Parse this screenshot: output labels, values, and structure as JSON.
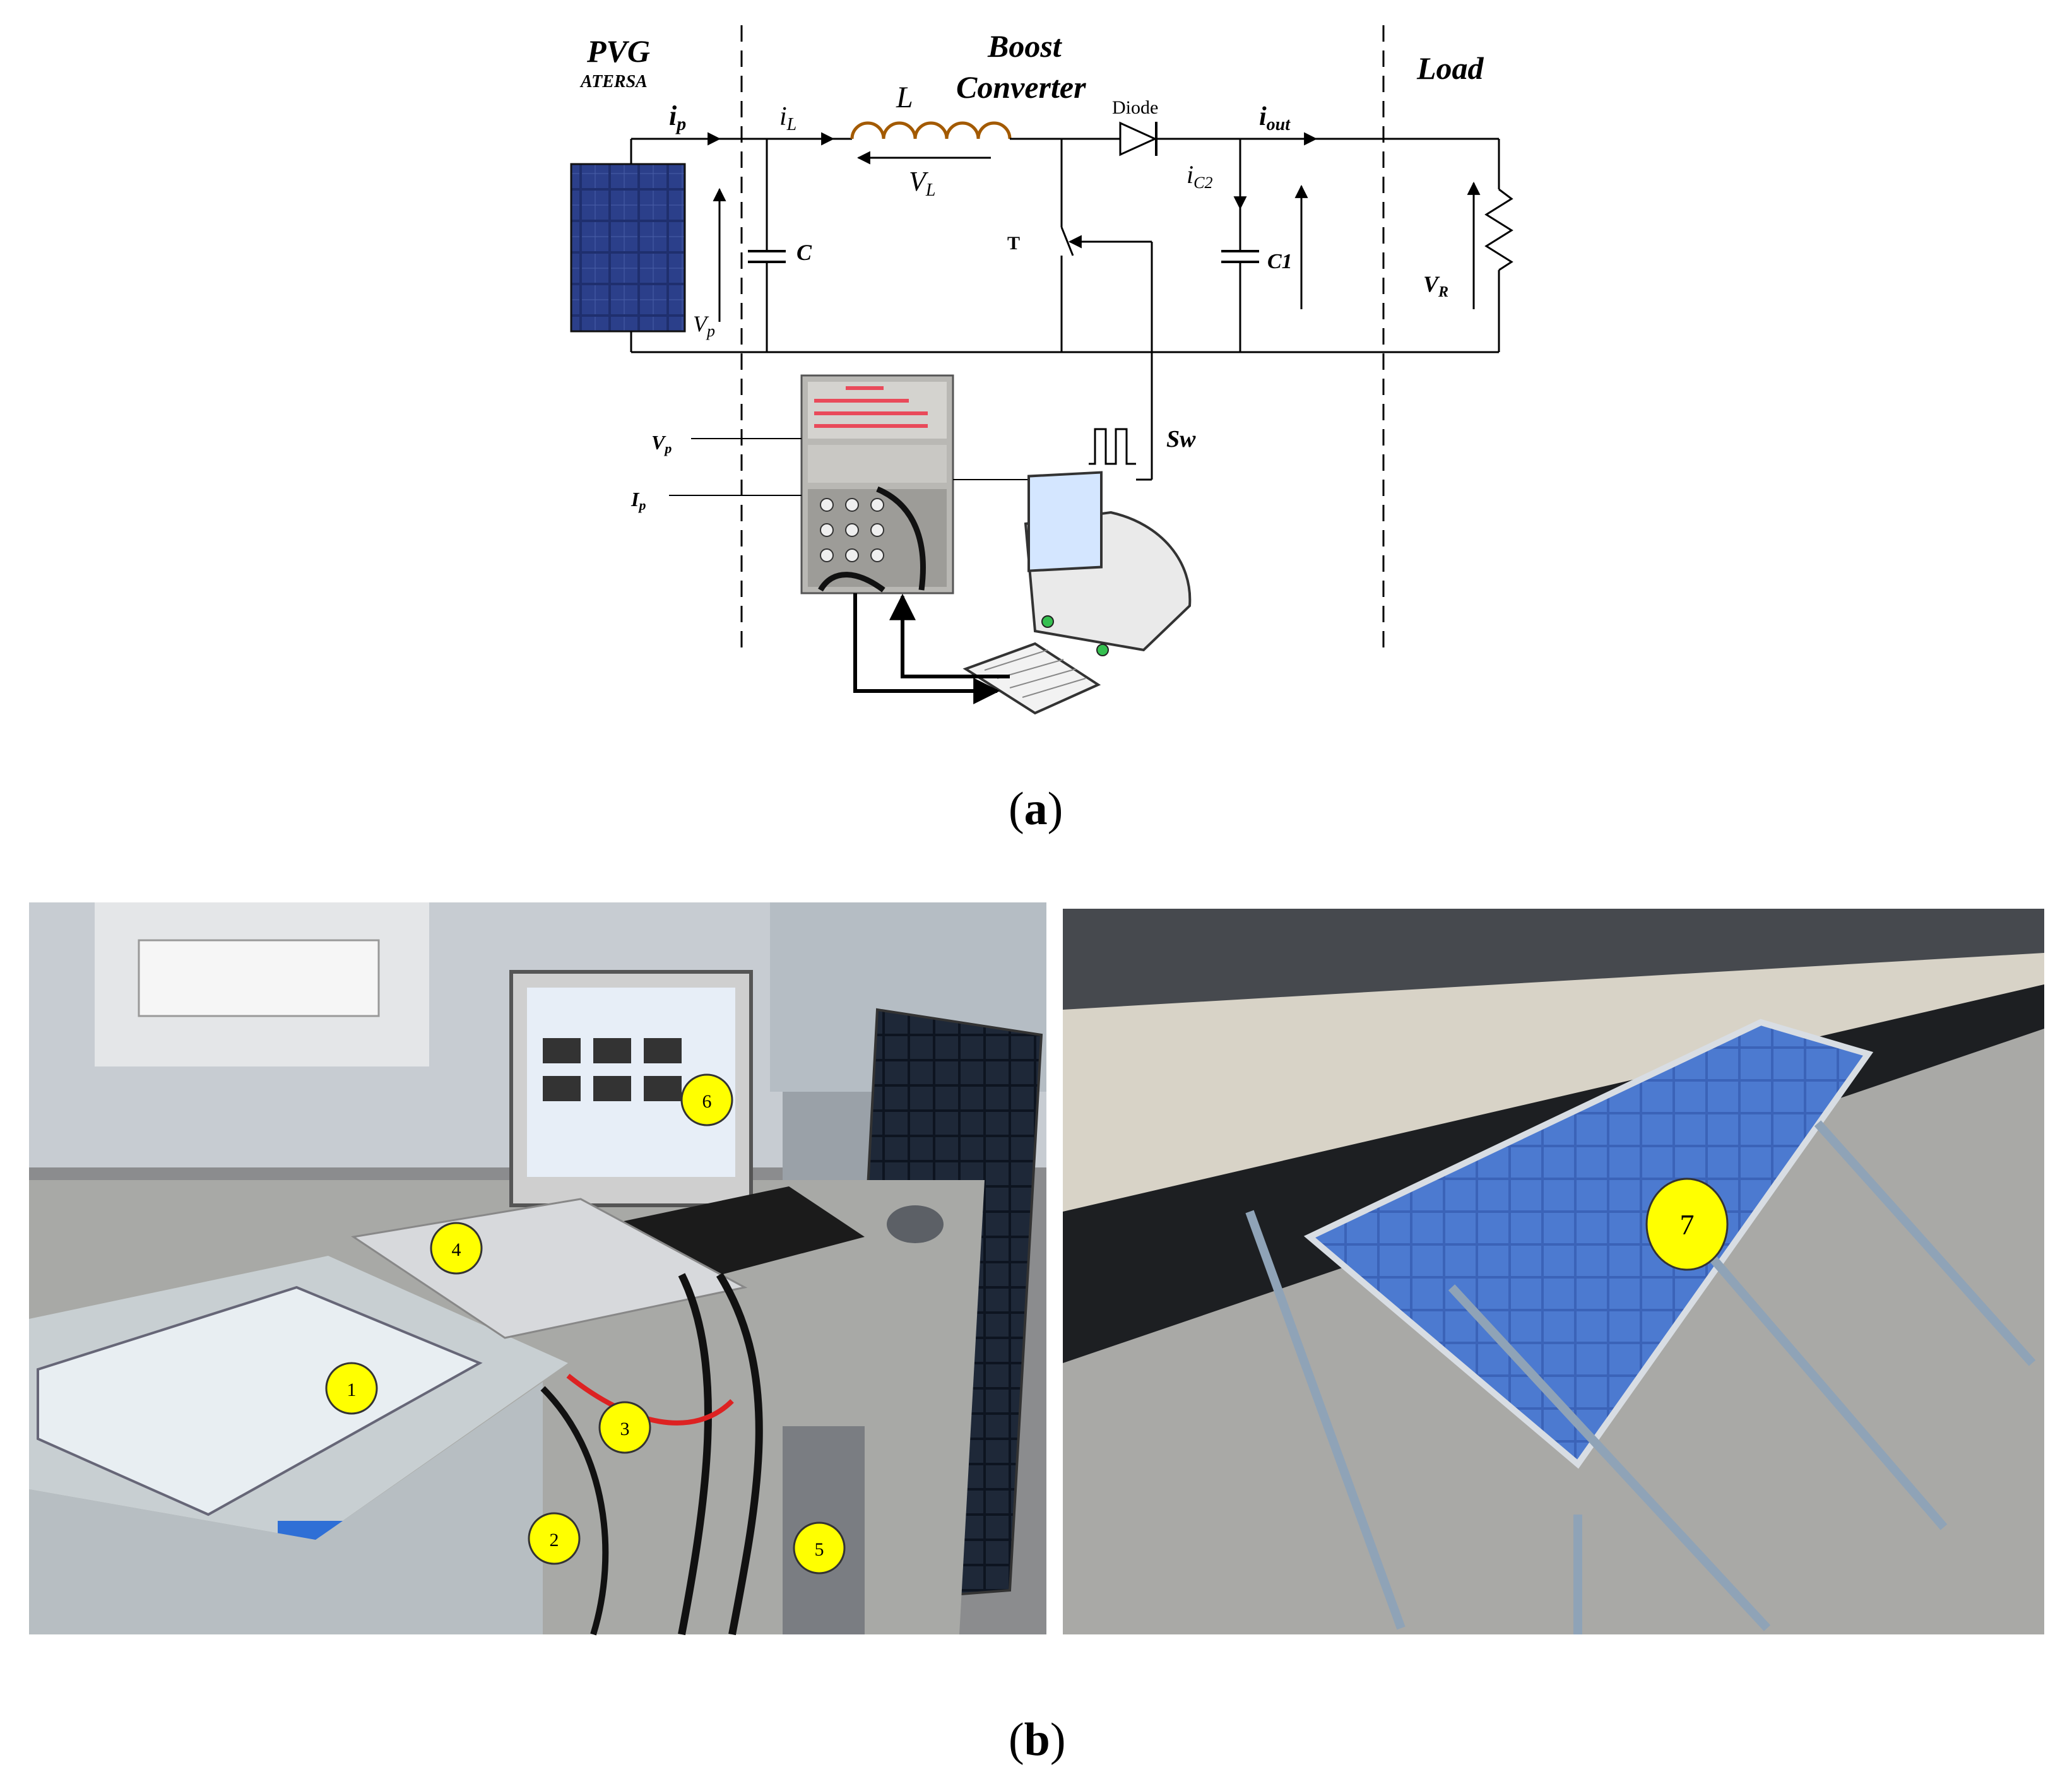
{
  "diagram": {
    "sections": {
      "pvg": "PVG",
      "pvg_brand": "ATERSA",
      "boost_line1": "Boost",
      "boost_line2": "Converter",
      "load": "Load"
    },
    "labels": {
      "ip_sub": "p",
      "il_sub": "L",
      "L": "L",
      "VL_sub": "L",
      "diode": "Diode",
      "iout_sub": "out",
      "ic2_sub": "C2",
      "C": "C",
      "T": "T",
      "C1": "C1",
      "VR_sub": "R",
      "Vp_sub": "p",
      "Sw": "Sw",
      "Ip_sub": "p"
    }
  },
  "caption_a": "a",
  "caption_b": "b",
  "photo_markers": [
    "1",
    "2",
    "3",
    "4",
    "5",
    "6",
    "7"
  ]
}
